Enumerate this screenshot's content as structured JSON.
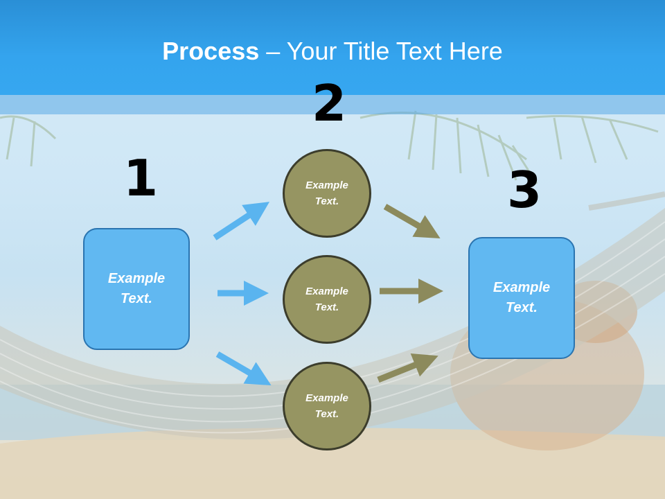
{
  "title": {
    "bold": "Process",
    "rest": " – Your Title Text Here"
  },
  "steps": [
    {
      "number": "1",
      "text": "Example\nText."
    },
    {
      "number": "2",
      "text": ""
    },
    {
      "number": "3",
      "text": "Example\nText."
    }
  ],
  "circles": [
    {
      "text": "Example\nText."
    },
    {
      "text": "Example\nText."
    },
    {
      "text": "Example\nText."
    }
  ],
  "colors": {
    "title_bar": "#36a7f0",
    "box_fill": "#61b8f1",
    "circle_fill": "#969562",
    "blue_arrow": "#5ab4ef",
    "olive_arrow": "#8c8a5c"
  }
}
